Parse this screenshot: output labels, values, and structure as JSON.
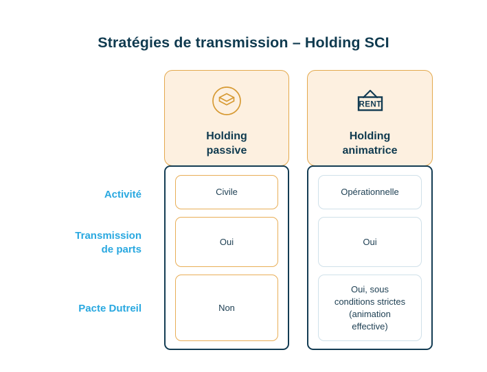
{
  "slide": {
    "title": "Stratégies de transmission – Holding SCI",
    "background": "#ffffff"
  },
  "colors": {
    "title_navy": "#0f3a4f",
    "label_blue": "#29a8e0",
    "header_fill": "#fdf0e0",
    "header_border": "#e3a84b",
    "container_border": "#123b52",
    "cell_border_orange": "#e8ad55",
    "cell_border_blue": "#cfe0e9",
    "cell_text": "#1b3d51"
  },
  "row_labels": [
    {
      "text": "Activité"
    },
    {
      "line1": "Transmission",
      "line2": "de parts"
    },
    {
      "text": "Pacte Dutreil"
    }
  ],
  "columns": [
    {
      "id": "holding-passive",
      "icon": "layers-stack-circle-icon",
      "title_line1": "Holding",
      "title_line2": "passive",
      "cells": [
        {
          "text": "Civile"
        },
        {
          "text": "Oui"
        },
        {
          "text": "Non"
        }
      ]
    },
    {
      "id": "holding-animatrice",
      "icon": "rent-sign-icon",
      "title_line1": "Holding",
      "title_line2": "animatrice",
      "cells": [
        {
          "text": "Opérationnelle"
        },
        {
          "text": "Oui"
        },
        {
          "line1": "Oui, sous",
          "line2": "conditions strictes",
          "line3": "(animation",
          "line4": "effective)"
        }
      ]
    }
  ]
}
